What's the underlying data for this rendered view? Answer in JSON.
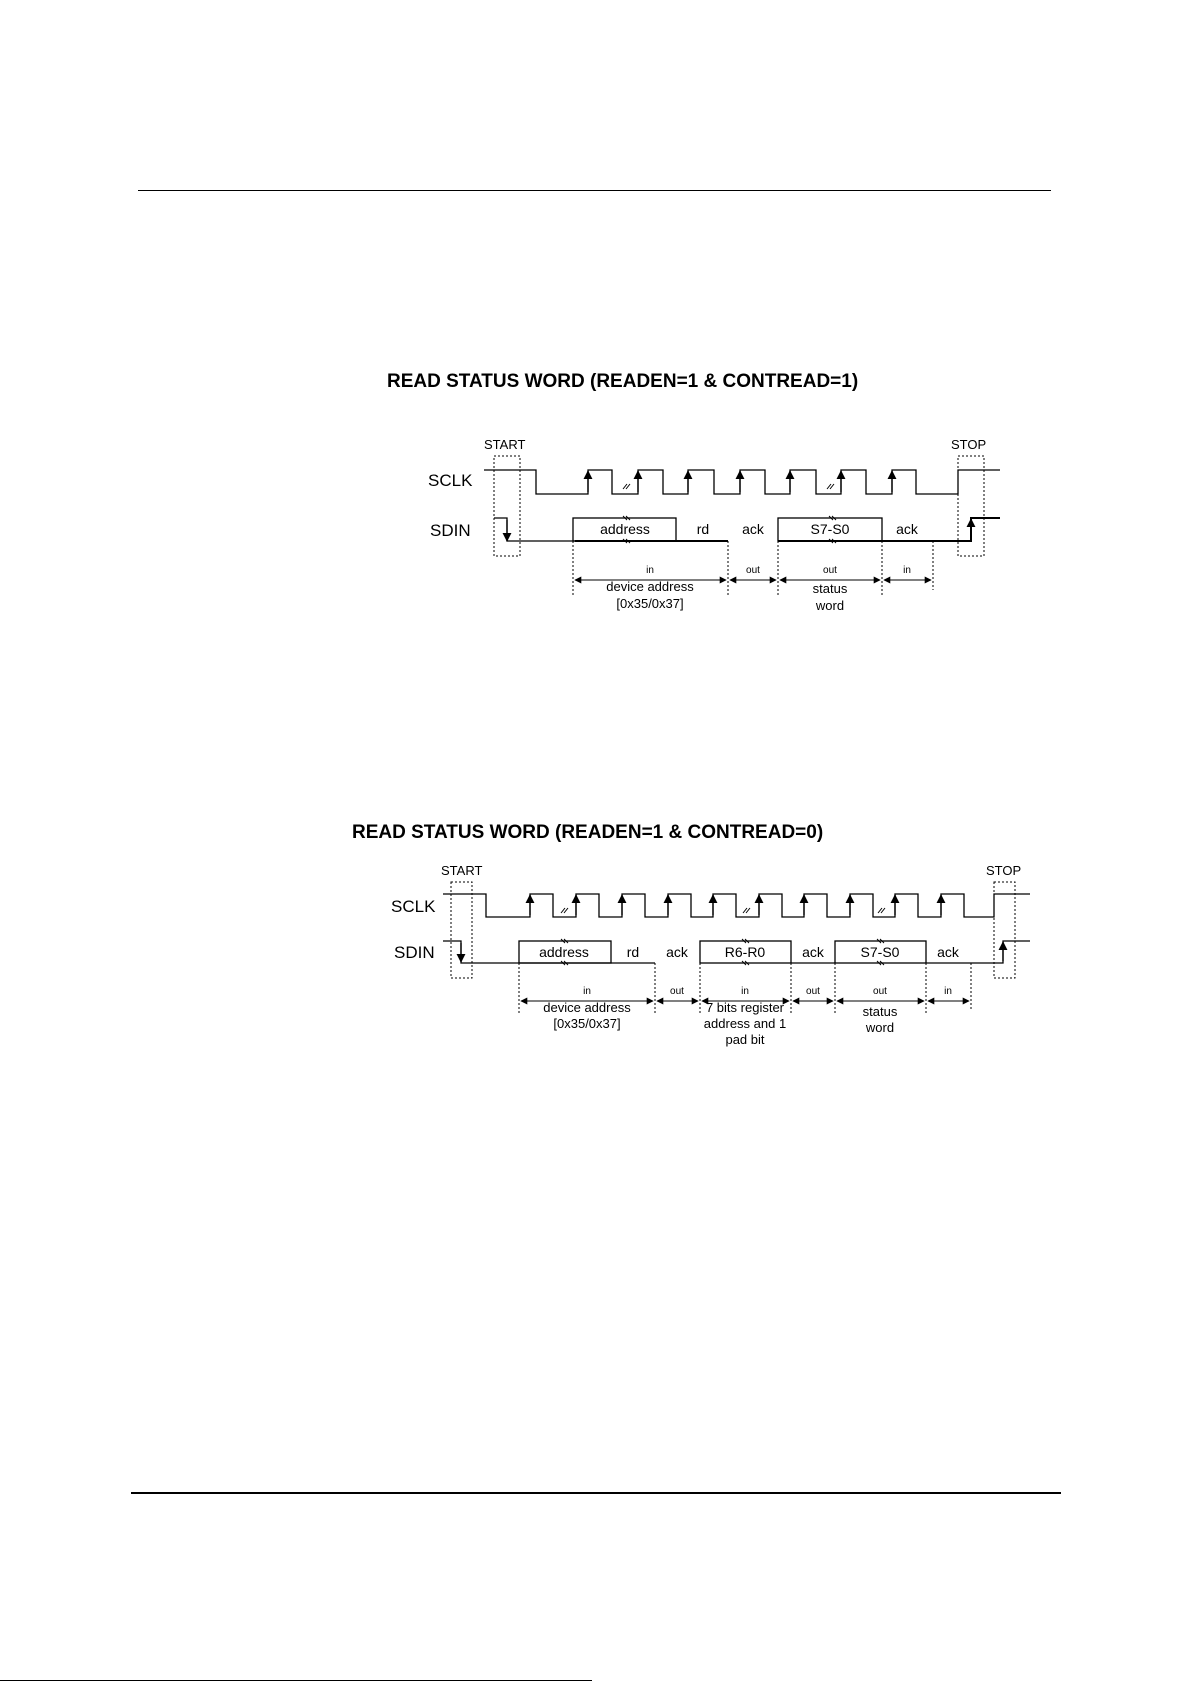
{
  "diagram1": {
    "title": "READ STATUS WORD (READEN=1 & CONTREAD=1)",
    "start_label": "START",
    "stop_label": "STOP",
    "clock_signal": "SCLK",
    "data_signal": "SDIN",
    "fields": [
      "address",
      "rd",
      "ack",
      "S7-S0",
      "ack"
    ],
    "directions": [
      "in",
      "out",
      "out",
      "in"
    ],
    "spans": {
      "device_address": [
        "device address",
        "[0x35/0x37]"
      ],
      "status_word": [
        "status",
        "word"
      ]
    }
  },
  "diagram2": {
    "title": "READ STATUS WORD (READEN=1 & CONTREAD=0)",
    "start_label": "START",
    "stop_label": "STOP",
    "clock_signal": "SCLK",
    "data_signal": "SDIN",
    "fields": [
      "address",
      "rd",
      "ack",
      "R6-R0",
      "ack",
      "S7-S0",
      "ack"
    ],
    "directions": [
      "in",
      "out",
      "in",
      "out",
      "out",
      "in"
    ],
    "spans": {
      "device_address": [
        "device address",
        "[0x35/0x37]"
      ],
      "register_address": [
        "7 bits register",
        "address and 1",
        "pad bit"
      ],
      "status_word": [
        "status",
        "word"
      ]
    }
  }
}
